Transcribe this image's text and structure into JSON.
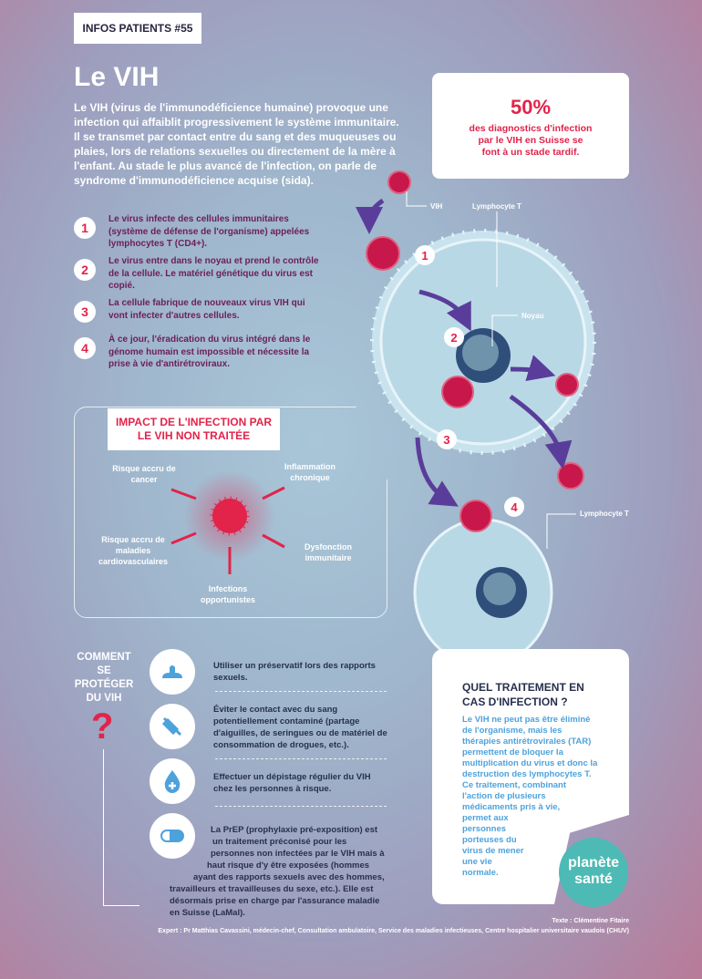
{
  "tag": "INFOS PATIENTS #55",
  "title": "Le VIH",
  "intro": "Le VIH (virus de l'immunodéficience humaine) provoque une infection qui affaiblit progressivement le système immunitaire. Il se transmet par contact entre du sang et des muqueuses ou plaies, lors de relations sexuelles ou directement de la mère à l'enfant. Au stade le plus avancé de l'infection, on parle de syndrome d'immunodéficience acquise (sida).",
  "steps": [
    {
      "n": "1",
      "text": "Le virus infecte des cellules immunitaires (système de défense de l'organisme) appelées lymphocytes T (CD4+)."
    },
    {
      "n": "2",
      "text": "Le virus entre dans le noyau et prend le contrôle de la cellule. Le matériel génétique du virus est copié."
    },
    {
      "n": "3",
      "text": "La cellule fabrique de nouveaux virus VIH qui vont infecter d'autres cellules."
    },
    {
      "n": "4",
      "text": "À ce jour, l'éradication du virus intégré dans le génome humain est impossible et nécessite la prise à vie d'antirétroviraux."
    }
  ],
  "stat": {
    "value": "50%",
    "text": "des diagnostics d'infection par le VIH en Suisse se font à un stade tardif."
  },
  "diagram": {
    "vih": "VIH",
    "lympho1": "Lymphocyte T",
    "noyau": "Noyau",
    "lympho2": "Lymphocyte T",
    "n1": "1",
    "n2": "2",
    "n3": "3",
    "n4": "4"
  },
  "impact": {
    "title": "IMPACT DE L'INFECTION PAR LE VIH NON TRAITÉE",
    "cancer": "Risque accru de cancer",
    "inflammation": "Inflammation chronique",
    "cardio": "Risque accru de maladies cardiovasculaires",
    "dysfonction": "Dysfonction immunitaire",
    "infections": "Infections opportunistes"
  },
  "protect": {
    "heading": "COMMENT SE PROTÉGER DU VIH",
    "q": "?",
    "items": [
      {
        "icon": "condom-icon",
        "text": "Utiliser un préservatif lors des rapports sexuels."
      },
      {
        "icon": "syringe-icon",
        "text": "Éviter le contact avec du sang potentiellement contaminé (partage d'aiguilles, de seringues ou de matériel de consommation de drogues, etc.)."
      },
      {
        "icon": "blood-drop-icon",
        "text": "Effectuer un dépistage régulier du VIH chez les personnes à risque."
      }
    ],
    "prep_lines": [
      "La PrEP (prophylaxie pré-exposition) est",
      "un traitement préconisé pour les",
      "personnes non infectées par le VIH mais à",
      "haut risque d'y être exposées (hommes",
      "ayant des rapports sexuels avec des hommes,",
      "travailleurs et travailleuses du sexe, etc.). Elle est",
      "désormais prise en charge par l'assurance maladie",
      "en Suisse (LaMal)."
    ]
  },
  "treatment": {
    "title": "QUEL TRAITEMENT EN CAS D'INFECTION ?",
    "lines": [
      "Le VIH ne peut pas être éliminé",
      "de l'organisme, mais les",
      "thérapies antirétrovirales (TAR)",
      "permettent de bloquer la",
      "multiplication du virus et donc la",
      "destruction des lymphocytes T.",
      "Ce traitement, combinant",
      "l'action de plusieurs",
      "médicaments pris à vie,",
      "permet aux",
      "personnes",
      "porteuses du",
      "virus de mener",
      "une vie",
      "normale."
    ]
  },
  "logo": {
    "l1": "planète",
    "l2": "santé"
  },
  "credits": {
    "text": "Texte : Clémentine Fitaire",
    "expert": "Expert : Pr Matthias Cavassini, médecin-chef, Consultation ambulatoire, Service des maladies infectieuses, Centre hospitalier universitaire vaudois (CHUV)"
  },
  "colors": {
    "red": "#e2234a",
    "blue": "#4da2dc",
    "teal": "#4dbab5",
    "navy": "#27304d"
  }
}
